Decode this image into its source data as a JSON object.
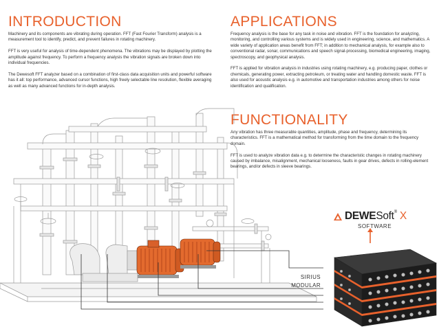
{
  "introduction": {
    "heading": "INTRODUCTION",
    "paragraphs": [
      "Machinery and its components are vibrating during operation. FFT (Fast Fourier Transform) analysis is a measurement tool to identify, predict, and prevent failures in rotating machinery.",
      "FFT is very useful for analysis of time-dependent phenomena. The vibrations may be displayed by plotting the amplitude against frequency. To perform a frequency analysis the vibration signals are broken down into individual frequencies.",
      "The Dewesoft FFT analyzer based on a combination of first-class data acquisition units and powerful software has it all: top performance, advanced cursor functions, high freely selectable line resolution, flexible averaging as well as many advanced functions for in-depth analysis."
    ]
  },
  "applications": {
    "heading": "APPLICATIONS",
    "paragraphs": [
      "Frequency analysis is the base for any task in noise and vibration. FFT is the foundation for analyzing, monitoring, and controlling various systems and is widely used in engineering, science, and mathematics. A wide variety of application areas benefit from FFT; in addition to mechanical analysis, for example also to conventional radar, sonar, communications and speech signal-processing, biomedical engineering, imaging, spectroscopy, and geophysical analysis.",
      "FFT is applied for vibration analysis in industries using rotating machinery, e.g. producing paper, clothes or chemicals, generating power, extracting petroleum, or treating water and handling domestic waste. FFT is also used for acoustic analysis e.g. in automotive and transportation industries among others for noise identification and qualification."
    ]
  },
  "functionality": {
    "heading": "FUNCTIONALITY",
    "paragraphs": [
      "Any vibration has three measurable quantities, amplitude, phase and frequency, determining its characteristics. FFT is a mathematical method for transforming from the time domain to the frequency domain.",
      "FFT is used to analyze vibration data e.g. to determine the characteristic changes in rotating machinery caused by imbalance, misalignment, mechanical looseness, faults in gear drives, defects in rolling-element bearings, and/or defects in sleeve bearings."
    ]
  },
  "brand": {
    "name_bold": "DEWE",
    "name_thin": "Soft",
    "registered": "®",
    "suffix": "X",
    "software_label": "SOFTWARE"
  },
  "hardware": {
    "line1": "SIRIUS",
    "line2": "MODULAR"
  },
  "colors": {
    "accent": "#e8612c",
    "text": "#333333",
    "line_art": "#8a8a8a"
  }
}
